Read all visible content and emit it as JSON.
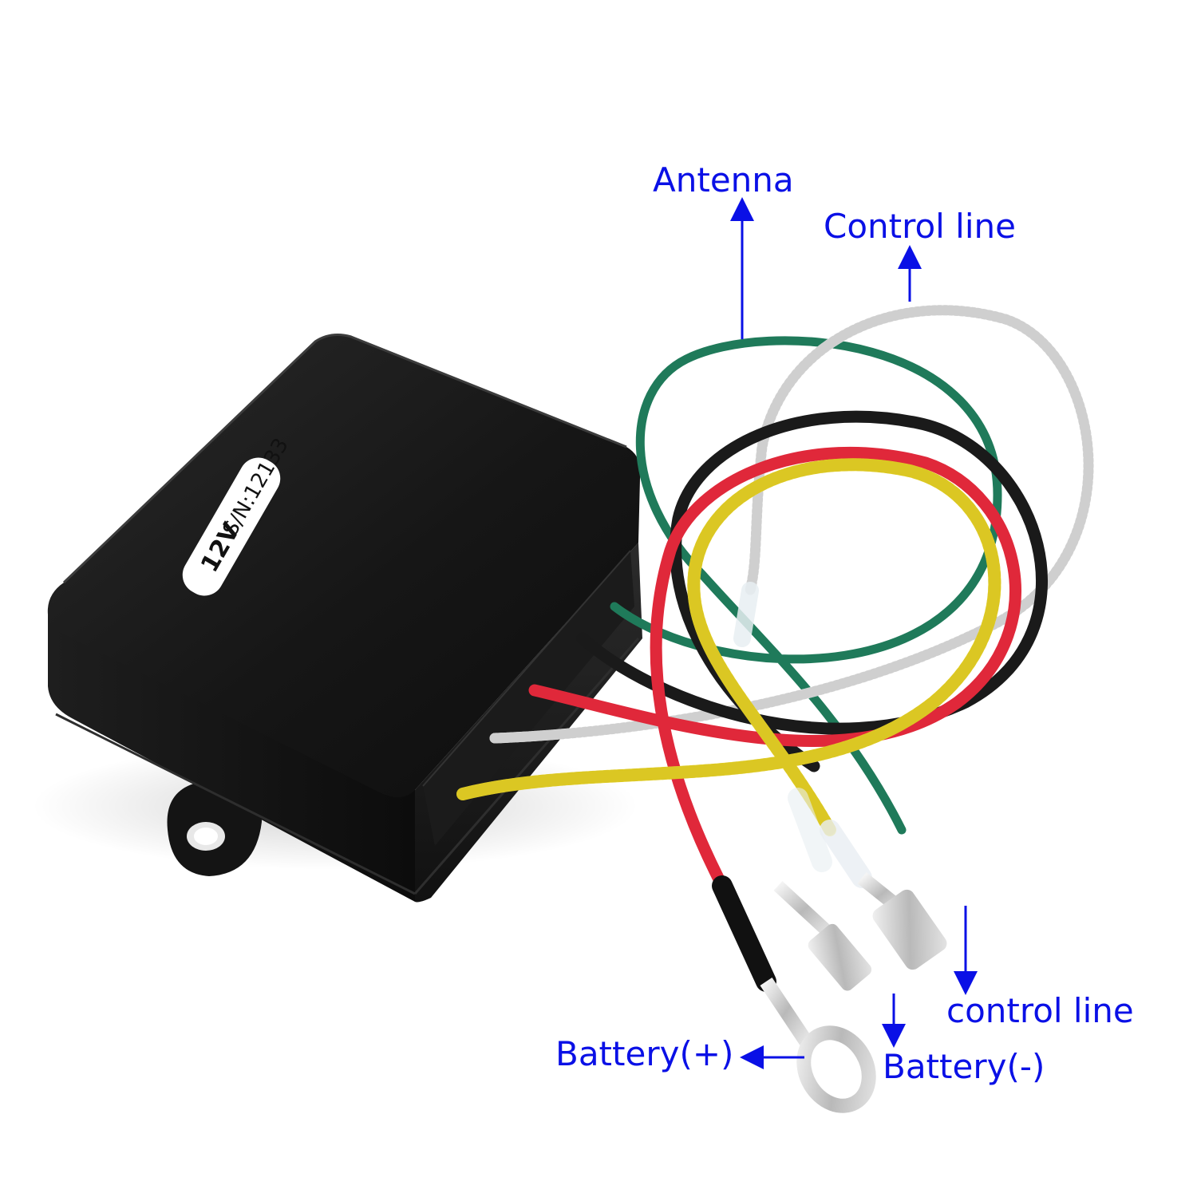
{
  "device": {
    "label_voltage": "12V",
    "label_serial": "S/N:12133"
  },
  "callouts": {
    "antenna": "Antenna",
    "control_line_top": "Control line",
    "control_line_bottom": "control line",
    "battery_negative": "Battery(-)",
    "battery_positive": "Battery(+)"
  },
  "colors": {
    "callout_text": "#0a10e6",
    "housing": "#151515",
    "wire_green": "#1f7a5a",
    "wire_white": "#f2f2f2",
    "wire_black": "#1a1a1a",
    "wire_red": "#e0283a",
    "wire_yellow": "#ecd92a"
  }
}
